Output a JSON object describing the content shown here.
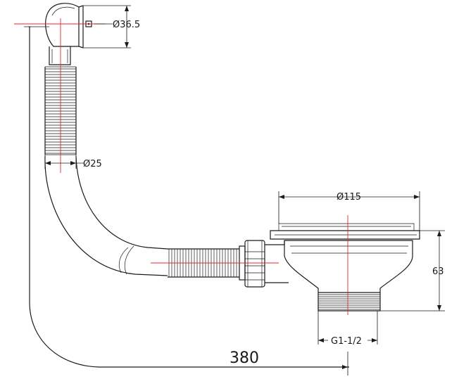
{
  "dimensions": {
    "cap_diameter": "Ø36.5",
    "hose_diameter": "Ø25",
    "strainer_diameter": "Ø115",
    "strainer_height": "63",
    "thread_size": "G1-1/2",
    "overall_length": "380"
  },
  "colors": {
    "line": "#1a1a1a",
    "centerline": "#e8262b",
    "hidden": "#8a8a8a"
  }
}
